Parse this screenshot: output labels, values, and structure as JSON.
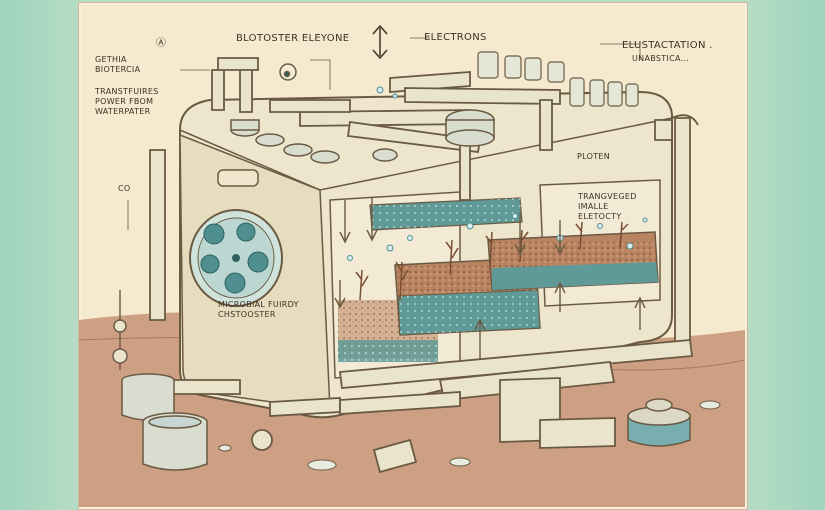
{
  "diagram": {
    "labels": {
      "top_center": "BLOTOSTER ELEYONE",
      "electrons": "ELECTRONS",
      "circle_a": "Ⓐ",
      "left_1": "GETHIA\nBIOTERCIA",
      "left_2": "TRANSTFUIRES\nPOWER FBOM\nWATERPATER",
      "left_co": "CO",
      "right_1": "ELUSTACTATION .",
      "right_2": "UNABSTICA...",
      "ploten": "PLOTEN",
      "transveged": "TRANGVEGED\nIMALLE\nELETOCTY",
      "microbial": "MICROBIAL FUIRDY\nCHSTOOSTER"
    },
    "palette": {
      "background": "#b7dcc6",
      "paper": "#f5e9cf",
      "tank": "#ede5cc",
      "outline": "#6b5a43",
      "sediment": "#b98461",
      "water": "#5f9a98",
      "ground": "#c9977a"
    },
    "icons": [
      "double-arrow-icon",
      "arrow-up-icon",
      "arrow-down-icon",
      "bubble-icon",
      "microbe-disc-icon"
    ]
  }
}
